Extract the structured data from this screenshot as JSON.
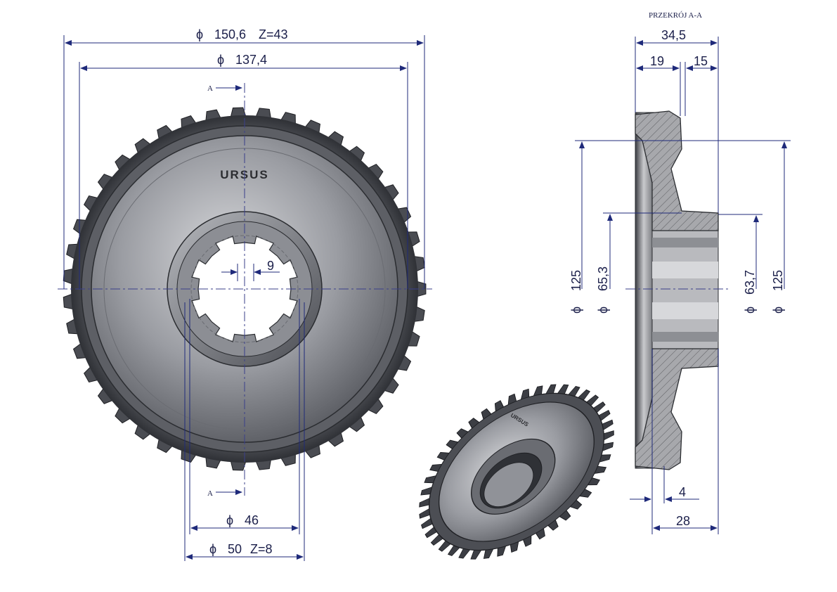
{
  "section_title": "PRZEKRÓJ A-A",
  "section_marker": "A",
  "brand": "URSUS",
  "diameter_symbol": "ϕ",
  "front_view": {
    "outer_diameter": "150,6",
    "teeth_outer": "Z=43",
    "root_diameter": "137,4",
    "spline_width": "9",
    "spline_inner": "46",
    "spline_outer": "50",
    "teeth_spline": "Z=8"
  },
  "section_view": {
    "total_width": "34,5",
    "width_left": "19",
    "width_right": "15",
    "hub_length": "28",
    "chamfer": "4",
    "d_left_1": "125",
    "d_left_2": "65,3",
    "d_right_1": "63,7",
    "d_right_2": "125"
  },
  "colors": {
    "dimension_line": "#1f2a7a",
    "gear_dark": "#3d3f45",
    "gear_mid": "#8a8c92",
    "gear_light": "#d9dadd"
  }
}
